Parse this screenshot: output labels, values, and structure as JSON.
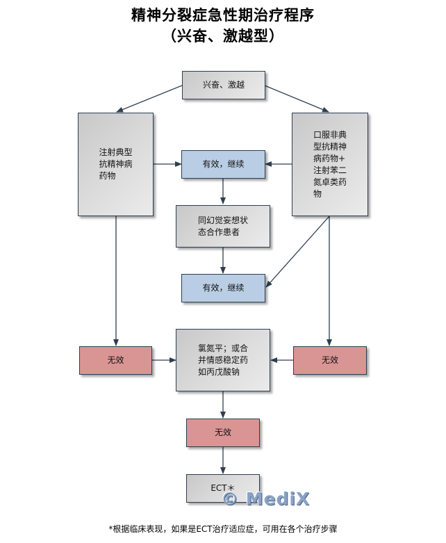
{
  "title": {
    "line1": "精神分裂症急性期治疗程序",
    "line2": "（兴奋、激越型）"
  },
  "nodes": {
    "start": "兴奋、激越",
    "left_drug": "注射典型\n抗精神病\n药物",
    "right_drug": "口服非典\n型抗精神\n病药物+\n注射苯二\n氮卓类药\n物",
    "effective_1": "有效，继续",
    "hallucination": "同幻觉妄想状\n态合作患者",
    "effective_2": "有效，继续",
    "ineffective_left": "无效",
    "ineffective_right": "无效",
    "clozapine": "氯氮平；或合\n并情感稳定药\n如丙戊酸钠",
    "ineffective_bottom": "无效",
    "ect": "ECT＊"
  },
  "colors": {
    "gray_node": "#d4d4d4",
    "effective_node": "#b9cde4",
    "ineffective_node": "#d99594",
    "border": "#2d3e50"
  },
  "footnote": "*根据临床表现，如果是ECT治疗适应症，可用在各个治疗步骤",
  "watermark": "© MediX"
}
